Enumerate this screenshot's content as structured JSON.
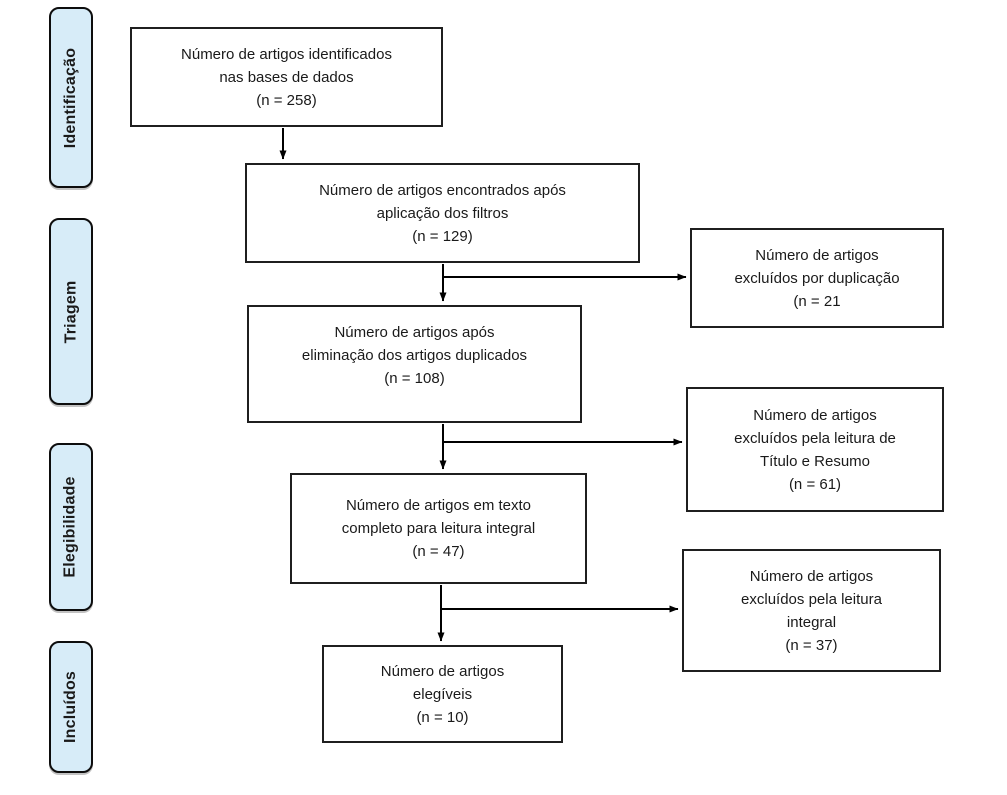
{
  "colors": {
    "background": "#ffffff",
    "stage-fill": "#d7ecf8",
    "stage-border": "#0d0d0d",
    "box-border": "#1f1f1f",
    "arrow": "#000000",
    "text": "#1a1a1a"
  },
  "stages": [
    {
      "label": "Identificação"
    },
    {
      "label": "Triagem"
    },
    {
      "label": "Elegibilidade"
    },
    {
      "label": "Incluídos"
    }
  ],
  "boxes": {
    "identified": {
      "text": "Número de artigos identificados\nnas bases de dados\n(n = 258)"
    },
    "after_filters": {
      "text": "Número de artigos encontrados após\naplicação dos filtros\n(n = 129)"
    },
    "after_dedup": {
      "text": "Número de artigos após\neliminação dos artigos duplicados\n(n = 108)"
    },
    "fulltext": {
      "text": "Número de artigos em texto\ncompleto para leitura integral\n(n = 47)"
    },
    "eligible": {
      "text": "Número de artigos\nelegíveis\n(n = 10)"
    },
    "excluded_duplication": {
      "text": "Número de artigos\nexcluídos por duplicação\n(n = 21"
    },
    "excluded_title_abstract": {
      "text": "Número de artigos\nexcluídos pela leitura de\nTítulo e Resumo\n(n = 61)"
    },
    "excluded_fulltext": {
      "text": "Número de artigos\nexcluídos pela leitura\nintegral\n(n = 37)"
    }
  }
}
